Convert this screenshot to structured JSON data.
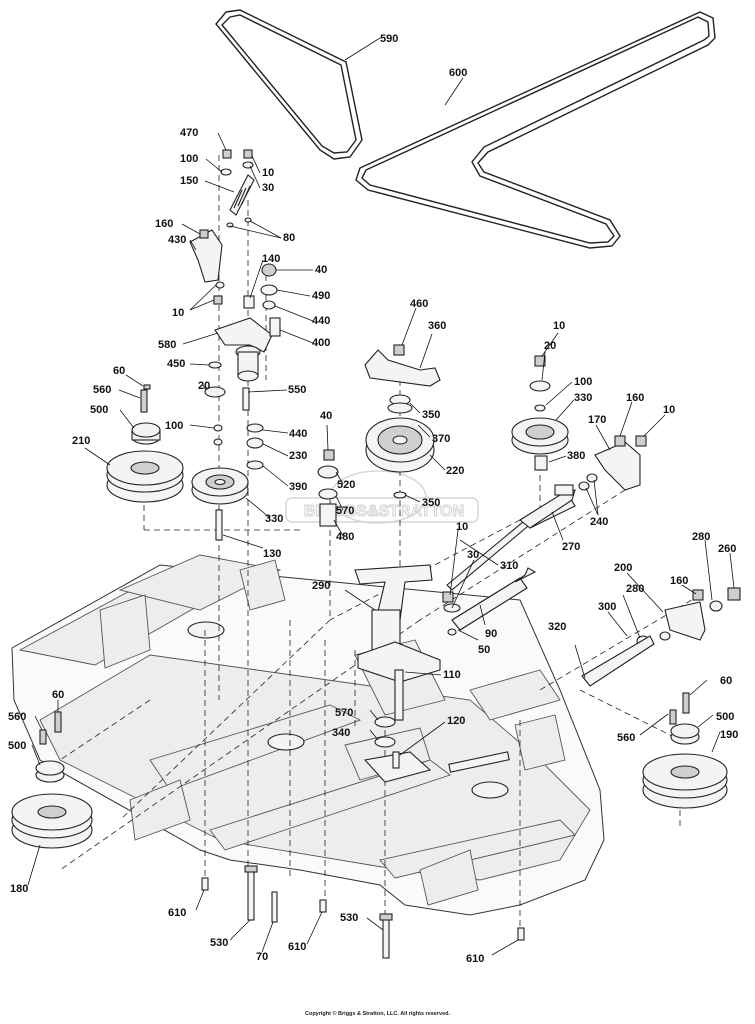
{
  "labels": {
    "l590": "590",
    "l600": "600",
    "l470": "470",
    "l100a": "100",
    "l10a": "10",
    "l30a": "30",
    "l150": "150",
    "l160a": "160",
    "l430": "430",
    "l80": "80",
    "l140": "140",
    "l40a": "40",
    "l490": "490",
    "l10b": "10",
    "l440a": "440",
    "l580": "580",
    "l400": "400",
    "l450": "450",
    "l60a": "60",
    "l560a": "560",
    "l20a": "20",
    "l550": "550",
    "l500a": "500",
    "l100b": "100",
    "l440b": "440",
    "l210": "210",
    "l230": "230",
    "l390": "390",
    "l330a": "330",
    "l130": "130",
    "l460": "460",
    "l360": "360",
    "l350a": "350",
    "l370": "370",
    "l40b": "40",
    "l220": "220",
    "l520": "520",
    "l350b": "350",
    "l570a": "570",
    "l480": "480",
    "l10c": "10",
    "l20b": "20",
    "l100c": "100",
    "l330b": "330",
    "l160b": "160",
    "l10d": "10",
    "l170": "170",
    "l380": "380",
    "l240": "240",
    "l270": "270",
    "l10e": "10",
    "l30b": "30",
    "l310": "310",
    "l290": "290",
    "l90": "90",
    "l50": "50",
    "l160c": "160",
    "l280a": "280",
    "l260": "260",
    "l200": "200",
    "l280b": "280",
    "l300": "300",
    "l320": "320",
    "l110": "110",
    "l570b": "570",
    "l120": "120",
    "l340": "340",
    "l60b": "60",
    "l500b": "500",
    "l560b": "560",
    "l190": "190",
    "l60c": "60",
    "l560c": "560",
    "l500c": "500",
    "l180": "180",
    "l610a": "610",
    "l530a": "530",
    "l70": "70",
    "l610b": "610",
    "l530b": "530",
    "l610c": "610"
  },
  "watermark": "BRIGGS&STRATTON",
  "copyright": "Copyright © Briggs & Stratton, LLC. All rights reserved."
}
